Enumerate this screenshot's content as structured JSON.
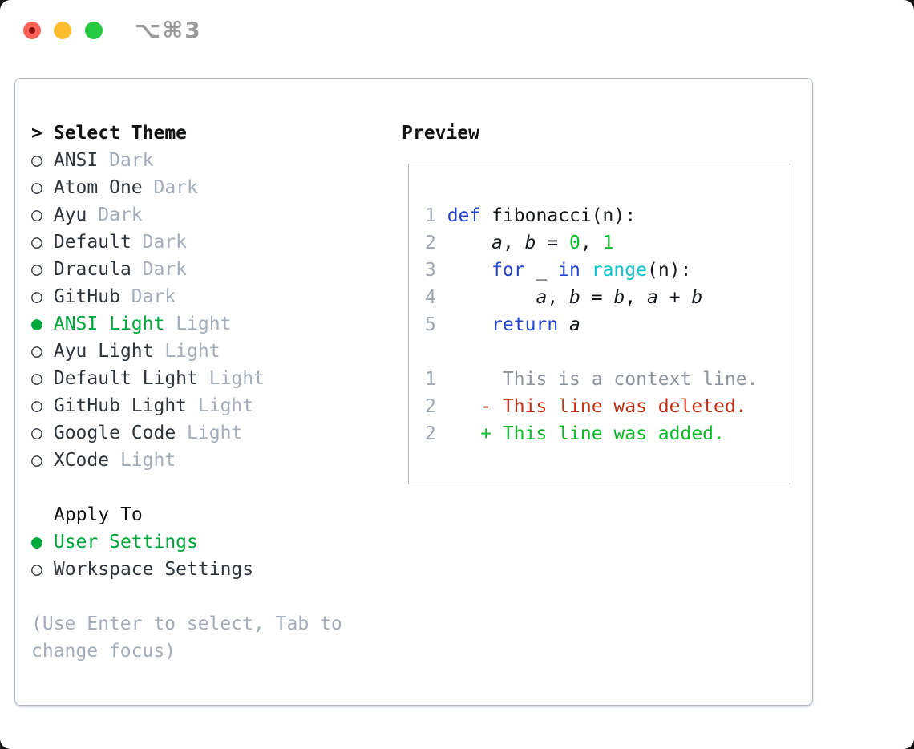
{
  "window": {
    "title": "⌥⌘3",
    "traffic_lights": [
      "close",
      "minimize",
      "zoom"
    ]
  },
  "icons": {
    "prompt": ">",
    "radio_selected": "●",
    "radio_unselected": "○"
  },
  "colors": {
    "tl-red": "#ff5f57",
    "tl-red-dot": "#8a120b",
    "tl-yellow": "#febc2e",
    "tl-green": "#28c840",
    "title-gray": "#9a9a9a",
    "border": "#b3bac5",
    "heading": "#101214",
    "text-dark": "#2f353c",
    "muted": "#a4adba",
    "sel": "#00a83c",
    "fg": "#15181d",
    "kw": "#2342d4",
    "builtin": "#10c3ce",
    "num": "#0abd27",
    "add": "#0abd27",
    "del": "#c92c15",
    "ctx": "#8d949d",
    "gutter": "#9da7b3"
  },
  "theme_list": {
    "header": "Select Theme",
    "items": [
      {
        "name": "ANSI",
        "variant": "Dark",
        "selected": false
      },
      {
        "name": "Atom One",
        "variant": "Dark",
        "selected": false
      },
      {
        "name": "Ayu",
        "variant": "Dark",
        "selected": false
      },
      {
        "name": "Default",
        "variant": "Dark",
        "selected": false
      },
      {
        "name": "Dracula",
        "variant": "Dark",
        "selected": false
      },
      {
        "name": "GitHub",
        "variant": "Dark",
        "selected": false
      },
      {
        "name": "ANSI Light",
        "variant": "Light",
        "selected": true
      },
      {
        "name": "Ayu Light",
        "variant": "Light",
        "selected": false
      },
      {
        "name": "Default Light",
        "variant": "Light",
        "selected": false
      },
      {
        "name": "GitHub Light",
        "variant": "Light",
        "selected": false
      },
      {
        "name": "Google Code",
        "variant": "Light",
        "selected": false
      },
      {
        "name": "XCode",
        "variant": "Light",
        "selected": false
      }
    ]
  },
  "apply_to": {
    "header": "Apply To",
    "options": [
      {
        "label": "User Settings",
        "selected": true
      },
      {
        "label": "Workspace Settings",
        "selected": false
      }
    ]
  },
  "footer_lines": [
    "(Use Enter to select, Tab to",
    "change focus)"
  ],
  "preview": {
    "header": "Preview",
    "code_lines": [
      {
        "num": "1",
        "tokens": [
          {
            "t": "def",
            "c": "kw"
          },
          {
            "t": " fibonacci(n):",
            "c": "fg"
          }
        ]
      },
      {
        "num": "2",
        "tokens": [
          {
            "t": "    ",
            "c": "fg"
          },
          {
            "t": "a",
            "c": "var"
          },
          {
            "t": ", ",
            "c": "fg"
          },
          {
            "t": "b",
            "c": "var"
          },
          {
            "t": " = ",
            "c": "fg"
          },
          {
            "t": "0",
            "c": "num"
          },
          {
            "t": ", ",
            "c": "fg"
          },
          {
            "t": "1",
            "c": "num"
          }
        ]
      },
      {
        "num": "3",
        "tokens": [
          {
            "t": "    ",
            "c": "fg"
          },
          {
            "t": "for",
            "c": "kw"
          },
          {
            "t": " _ ",
            "c": "fg"
          },
          {
            "t": "in",
            "c": "kw"
          },
          {
            "t": " ",
            "c": "fg"
          },
          {
            "t": "range",
            "c": "builtin"
          },
          {
            "t": "(n):",
            "c": "fg"
          }
        ]
      },
      {
        "num": "4",
        "tokens": [
          {
            "t": "        ",
            "c": "fg"
          },
          {
            "t": "a",
            "c": "var"
          },
          {
            "t": ", ",
            "c": "fg"
          },
          {
            "t": "b",
            "c": "var"
          },
          {
            "t": " = ",
            "c": "fg"
          },
          {
            "t": "b",
            "c": "var"
          },
          {
            "t": ", ",
            "c": "fg"
          },
          {
            "t": "a",
            "c": "var"
          },
          {
            "t": " + ",
            "c": "fg"
          },
          {
            "t": "b",
            "c": "var"
          }
        ]
      },
      {
        "num": "5",
        "tokens": [
          {
            "t": "    ",
            "c": "fg"
          },
          {
            "t": "return",
            "c": "kw"
          },
          {
            "t": " ",
            "c": "fg"
          },
          {
            "t": "a",
            "c": "var"
          }
        ]
      }
    ],
    "diff_lines": [
      {
        "num": "1",
        "tokens": [
          {
            "t": "     This is a context line.",
            "c": "ctx"
          }
        ]
      },
      {
        "num": "2",
        "tokens": [
          {
            "t": "   ",
            "c": "fg"
          },
          {
            "t": "- This line was deleted.",
            "c": "del"
          }
        ]
      },
      {
        "num": "2",
        "tokens": [
          {
            "t": "   ",
            "c": "fg"
          },
          {
            "t": "+ This line was added.",
            "c": "add"
          }
        ]
      }
    ]
  }
}
